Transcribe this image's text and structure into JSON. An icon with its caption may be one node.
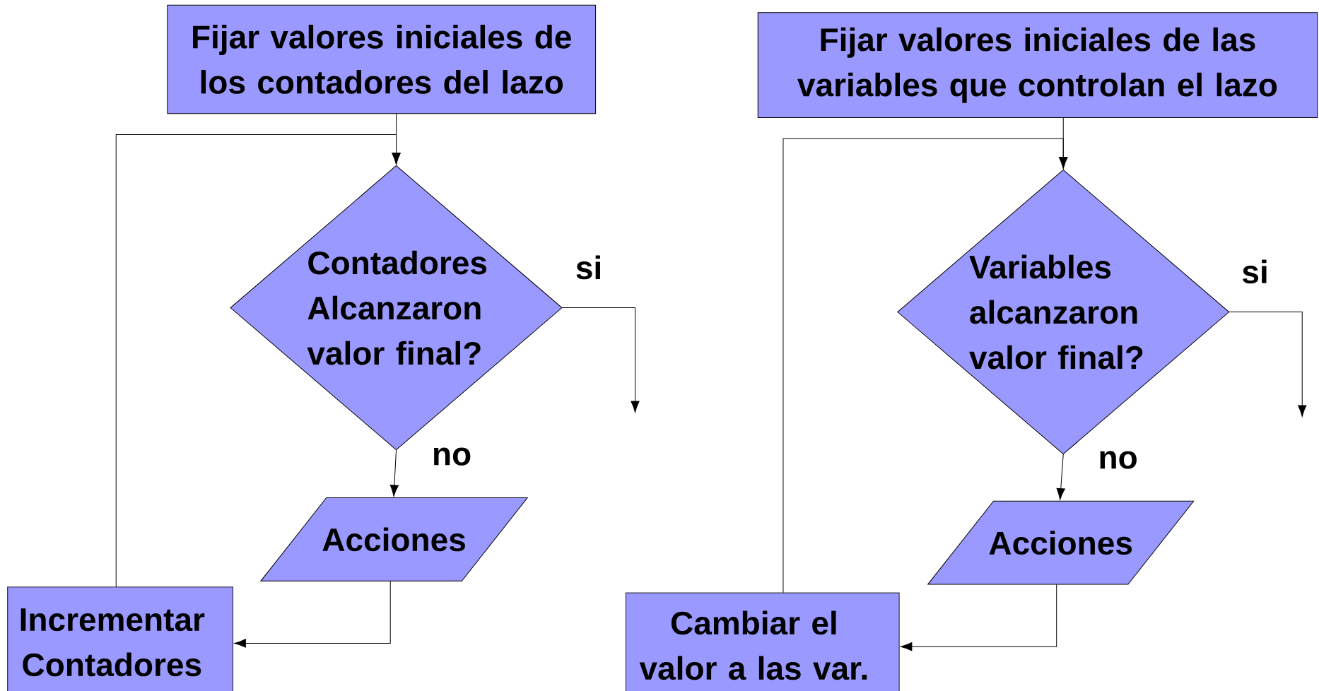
{
  "diagram": {
    "nodes": [
      {
        "text": [
          "Fijar valores iniciales de los contadores del lazo"
        ]
      },
      {
        "text": [
          "Contadores Alcanzaron valor final?"
        ]
      },
      {
        "text": [
          "Acciones"
        ]
      },
      {
        "text": [
          "Incrementar Contadores"
        ]
      },
      {
        "text": [
          "Fijar valores iniciales de las variables que controlan el lazo"
        ]
      },
      {
        "text": [
          "Variables alcanzaron valor final?"
        ]
      },
      {
        "text": [
          "Acciones"
        ]
      },
      {
        "text": [
          "Cambiar el valor a las var."
        ]
      }
    ],
    "edges": [
      {
        "from": 0,
        "to": 1,
        "arrow": "to"
      },
      {
        "from": 1,
        "to": 2,
        "arrow": "to",
        "label": "no"
      },
      {
        "from": 2,
        "to": 3,
        "arrow": "to"
      },
      {
        "from": 3,
        "to": 1,
        "arrow": "to"
      },
      {
        "from": 1,
        "to": null,
        "arrow": "to",
        "label": "si"
      },
      {
        "from": 4,
        "to": 5,
        "arrow": "to"
      },
      {
        "from": 5,
        "to": 6,
        "arrow": "to",
        "label": "no"
      },
      {
        "from": 6,
        "to": 7,
        "arrow": "to"
      },
      {
        "from": 7,
        "to": 5,
        "arrow": "to"
      },
      {
        "from": 5,
        "to": null,
        "arrow": "to",
        "label": "si"
      }
    ]
  }
}
